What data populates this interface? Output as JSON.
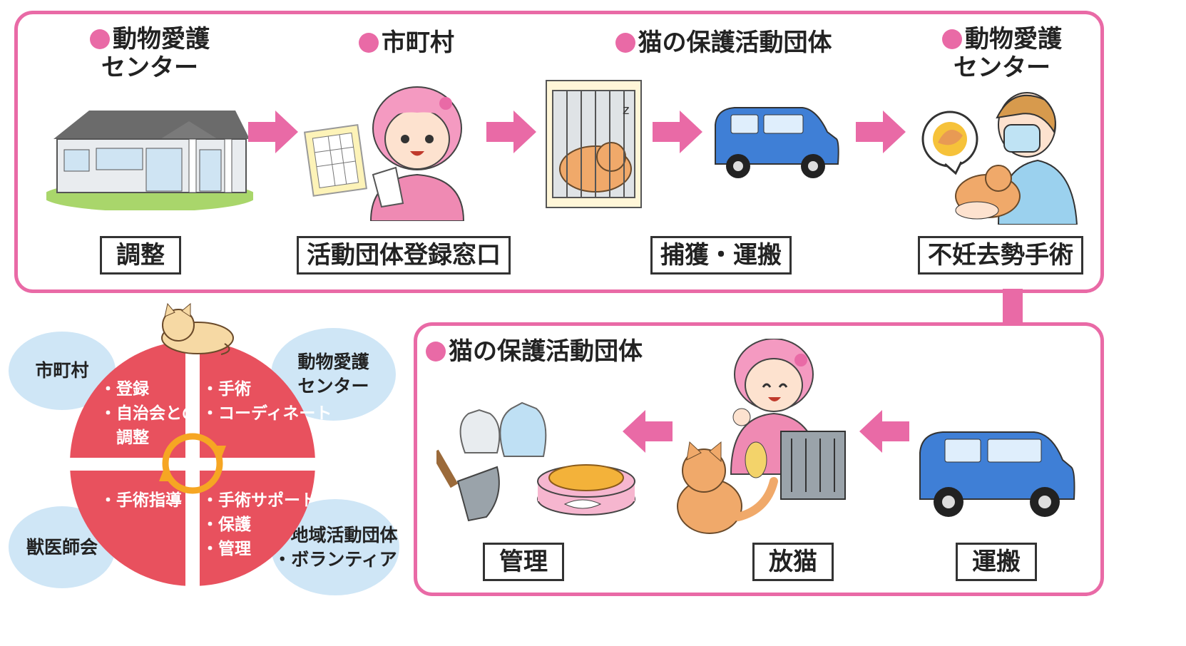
{
  "top_flow": {
    "steps": [
      {
        "org": "動物愛護\nセンター",
        "label": "調整",
        "icon": "building-icon"
      },
      {
        "org": "市町村",
        "label": "活動団体登録窓口",
        "icon": "clerk-with-document-icon"
      },
      {
        "org": "猫の保護活動団体",
        "label": "捕獲・運搬",
        "icon": "cat-in-cage-icon"
      },
      {
        "org": "",
        "label": "",
        "icon": "blue-car-icon"
      },
      {
        "org": "動物愛護\nセンター",
        "label": "不妊去勢手術",
        "icon": "vet-holding-cat-icon"
      }
    ]
  },
  "bottom_flow": {
    "org": "猫の保護活動団体",
    "steps": [
      {
        "label": "運搬",
        "icon": "blue-car-icon"
      },
      {
        "label": "放猫",
        "icon": "releasing-cat-icon"
      },
      {
        "label": "管理",
        "icon": "cleanup-supplies-icon"
      }
    ]
  },
  "roles": {
    "quadrants": [
      {
        "org": "市町村",
        "tasks": "・登録\n・自治会との\n　調整"
      },
      {
        "org": "動物愛護\nセンター",
        "tasks": "・手術\n・コーディネート"
      },
      {
        "org": "獣医師会",
        "tasks": "・手術指導"
      },
      {
        "org": "・地域活動団体\n・ボランティア",
        "tasks": "・手術サポート\n・保護\n・管理"
      }
    ]
  },
  "colors": {
    "accent": "#e96aa6",
    "circle": "#e8515e",
    "bubble": "#cfe6f6",
    "car": "#3f7fd6"
  }
}
